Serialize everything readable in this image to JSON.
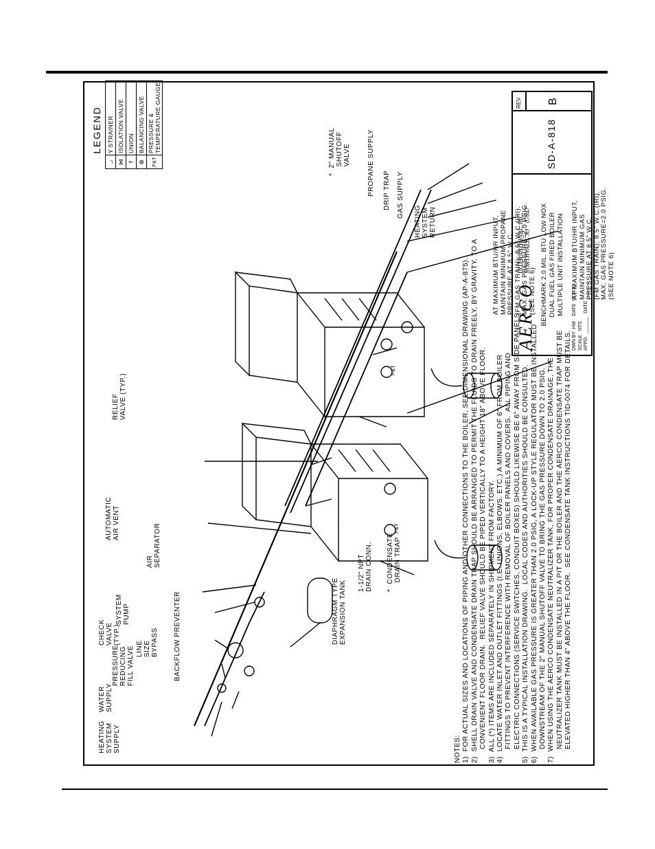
{
  "notes": {
    "heading": "NOTES:",
    "lines": [
      "1)  FOR ACTUAL SIZES AND LOCATIONS OF PIPING AND OTHER CONNECTIONS TO THE BOILER, SEE DIMENSIONAL DRAWING (AP-A-875).",
      "2)  SHELL DRAIN VALVE AND CONDENSATE DRAIN TRAP SHOULD BE ARRANGED TO PERMIT THE FLUIDS TO DRAIN FREELY, BY GRAVITY, TO A",
      "      CONVENIENT FLOOR DRAIN.  RELIEF VALVE SHOULD BE PIPED VERTICALLY TO A HEIGHT 18\" ABOVE FLOOR.",
      "3)  ALL (*) ITEMS ARE INCLUDED SEPARATELY IN SHIPMENT FROM FACTORY.",
      "4)  LOCATE WATER INLET AND OUTLET FITTINGS (i.e. UNIONS, ELBOWS, ETC.) A MINIMUM OF 6\" FROM BOILER",
      "      FITTINGS TO PREVENT INTERFERENCE WITH REMOVAL OF BOILER PANELS AND COVERS.  ALL PIPING AND",
      "      ELECTRIC CONNECTIONS (SERVICE SWITCHES, CONDUIT BOXES) SHOULD LIKEWISE BE 6\" AWAY FROM SIDE PANELS.",
      "5)  THIS IS A TYPICAL INSTALLATION DRAWING.  LOCAL CODES AND AUTHORITIES SHOULD BE CONSULTED.",
      "6)  WHEN AVAILABLE GAS PRESSURE IS GREATER THAN 2.0 PSIG, A LOCK-UP STYLE REGULATOR MUST BE INSTALLED",
      "      DOWNSTREAM OF THE 2\" MANUAL SHUTOFF VALVE TO BRING THE GAS PRESSURE DOWN TO 2.0 PSIG.",
      "7)  WHEN USING THE AERCO CONDENSATE NEUTRALIZER TANK, FOR PROPER CONDENSATE DRAINAGE, THE",
      "      NEUTRALIZER TANK MUST BE INSTALLED IN A PIT OR THE BOILER AND THE AERCO CONDENSATE TRAP MUST BE",
      "      ELEVATED HIGHER THAN 4\" ABOVE THE FLOOR.  SEE CONDENSATE TANK INSTRUCTIONS TID-0074 FOR DETAILS."
    ]
  },
  "labels": {
    "heating_supply": "HEATING\nSYSTEM\nSUPPLY",
    "water_supply": "WATER\nSUPPLY",
    "prv": "PRESSURE\nREDUCING\nFILL VALVE",
    "bypass": "LINE\nSIZE\nBYPASS",
    "backflow": "BACKFLOW PREVENTER",
    "check_valve": "CHECK\nVALVE\n(TYP.)",
    "system_pump": "SYSTEM\nPUMP",
    "expansion_tank": "DIAPHRAGM TYPE\nEXPANSION TANK",
    "drain_conn": "1-1/2\" NPT\nDRAIN CONN.",
    "condensate_trap": "*  CONDENSATE\n    DRAIN TRAP",
    "air_separator": "AIR\nSEPARATOR",
    "air_vent": "AUTOMATIC\nAIR VENT",
    "relief_valve": "RELIEF\nVALVE (TYP.)",
    "propane_note": "AT MAXIMUM BTU/HR INPUT,\nMAINTAIN MINIMUM PROPANE\nPRESSURE AT 8.5\" W.C.\n(FM GAS TRAIN); 8.5\" W.C.(IRI).\nMAX. GAS PRESSURE=2.0 PSIG.\n(SEE NOTE 6)",
    "heating_return": "HEATING\nSYSTEM\nRETURN",
    "gas_supply": "GAS SUPPLY",
    "drip_trap": "DRIP TRAP",
    "propane_supply": "PROPANE SUPPLY",
    "manual_shutoff": "*  2\" MANUAL\n    SHUTOFF\n    VALVE",
    "gas_note": "AT MAXIMUM BTU/HR INPUT,\nMAINTAIN MINIMUM GAS\nPRESSURE AT 8.5\" W.C.\n(FM GAS TRAIN); 8.5\" W.C.(IRI).\nMAX. GAS PRESSURE=2.0 PSIG.\n(SEE NOTE 6)",
    "pt_symbol": "P&T"
  },
  "legend": {
    "title": "LEGEND",
    "items": [
      {
        "symbol": "⨼",
        "symbol_name": "y-strainer-icon",
        "label": "Y STRAINER"
      },
      {
        "symbol": "⋈",
        "symbol_name": "isolation-valve-icon",
        "label": "ISOLATION VALVE"
      },
      {
        "symbol": "†",
        "symbol_name": "union-icon",
        "label": "UNION"
      },
      {
        "symbol": "⊗",
        "symbol_name": "balancing-valve-icon",
        "label": "BALANCING VALVE"
      },
      {
        "symbol": "P&T",
        "symbol_name": "pressure-temperature-gauge-icon",
        "label": "PRESSURE &\nTEMPERATURE GAUGE"
      }
    ]
  },
  "title_block": {
    "company": "AERCO",
    "company_sub": "INTERNATIONAL, INC.\nNORTHVALE, NJ    07647",
    "description": "BENCHMARK 2.0 MIL. BTU LOW NOx\nDUAL FUEL GAS FIRED BOILER\nMULTIPLE UNIT INSTALLATION",
    "drawn_by": "DWN BY  HM    DATE  071410",
    "scale": "SCALE   NTS        ",
    "approved": "APPD.  ______   DATE  ______",
    "drawing_number": "SD-A-818",
    "rev_label": "REV",
    "rev": "B"
  }
}
